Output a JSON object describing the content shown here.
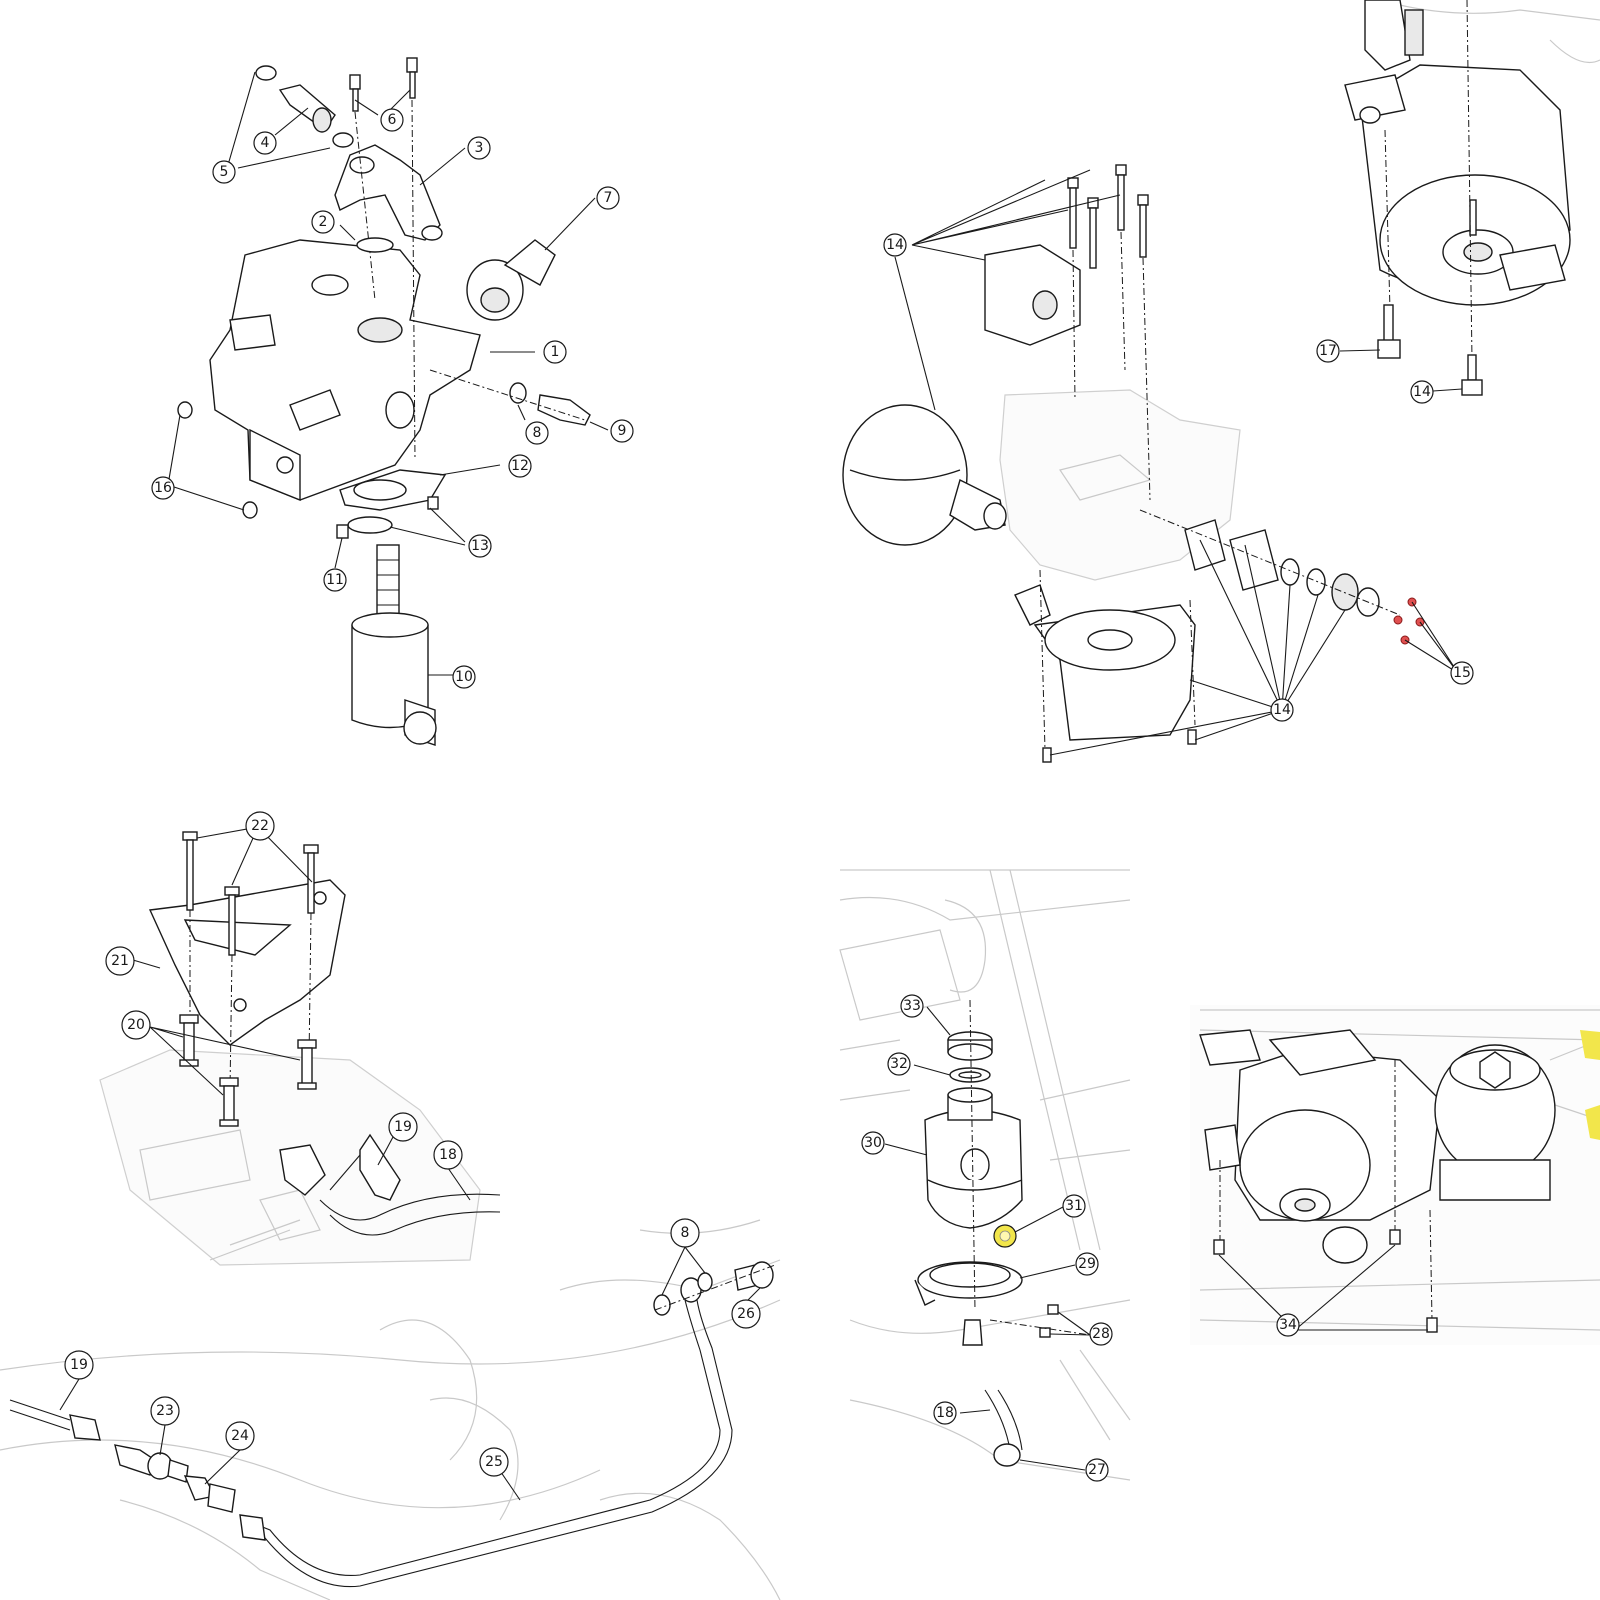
{
  "callouts": {
    "c1": "1",
    "c2": "2",
    "c3": "3",
    "c4": "4",
    "c5": "5",
    "c6": "6",
    "c7": "7",
    "c8": "8",
    "c9": "9",
    "c10": "10",
    "c11": "11",
    "c12": "12",
    "c13": "13",
    "c14a": "14",
    "c14b": "14",
    "c14c": "14",
    "c15": "15",
    "c16": "16",
    "c17": "17",
    "c18a": "18",
    "c18b": "18",
    "c19a": "19",
    "c19b": "19",
    "c20": "20",
    "c21": "21",
    "c22": "22",
    "c23": "23",
    "c24": "24",
    "c25": "25",
    "c8b": "8",
    "c26": "26",
    "c27": "27",
    "c28": "28",
    "c29": "29",
    "c30": "30",
    "c31": "31",
    "c32": "32",
    "c33": "33",
    "c34": "34"
  },
  "colors": {
    "line": "#1a1a1a",
    "ghost": "#c9c9c9",
    "highlight": "#f2e64b",
    "fastener_red": "#e05050"
  }
}
